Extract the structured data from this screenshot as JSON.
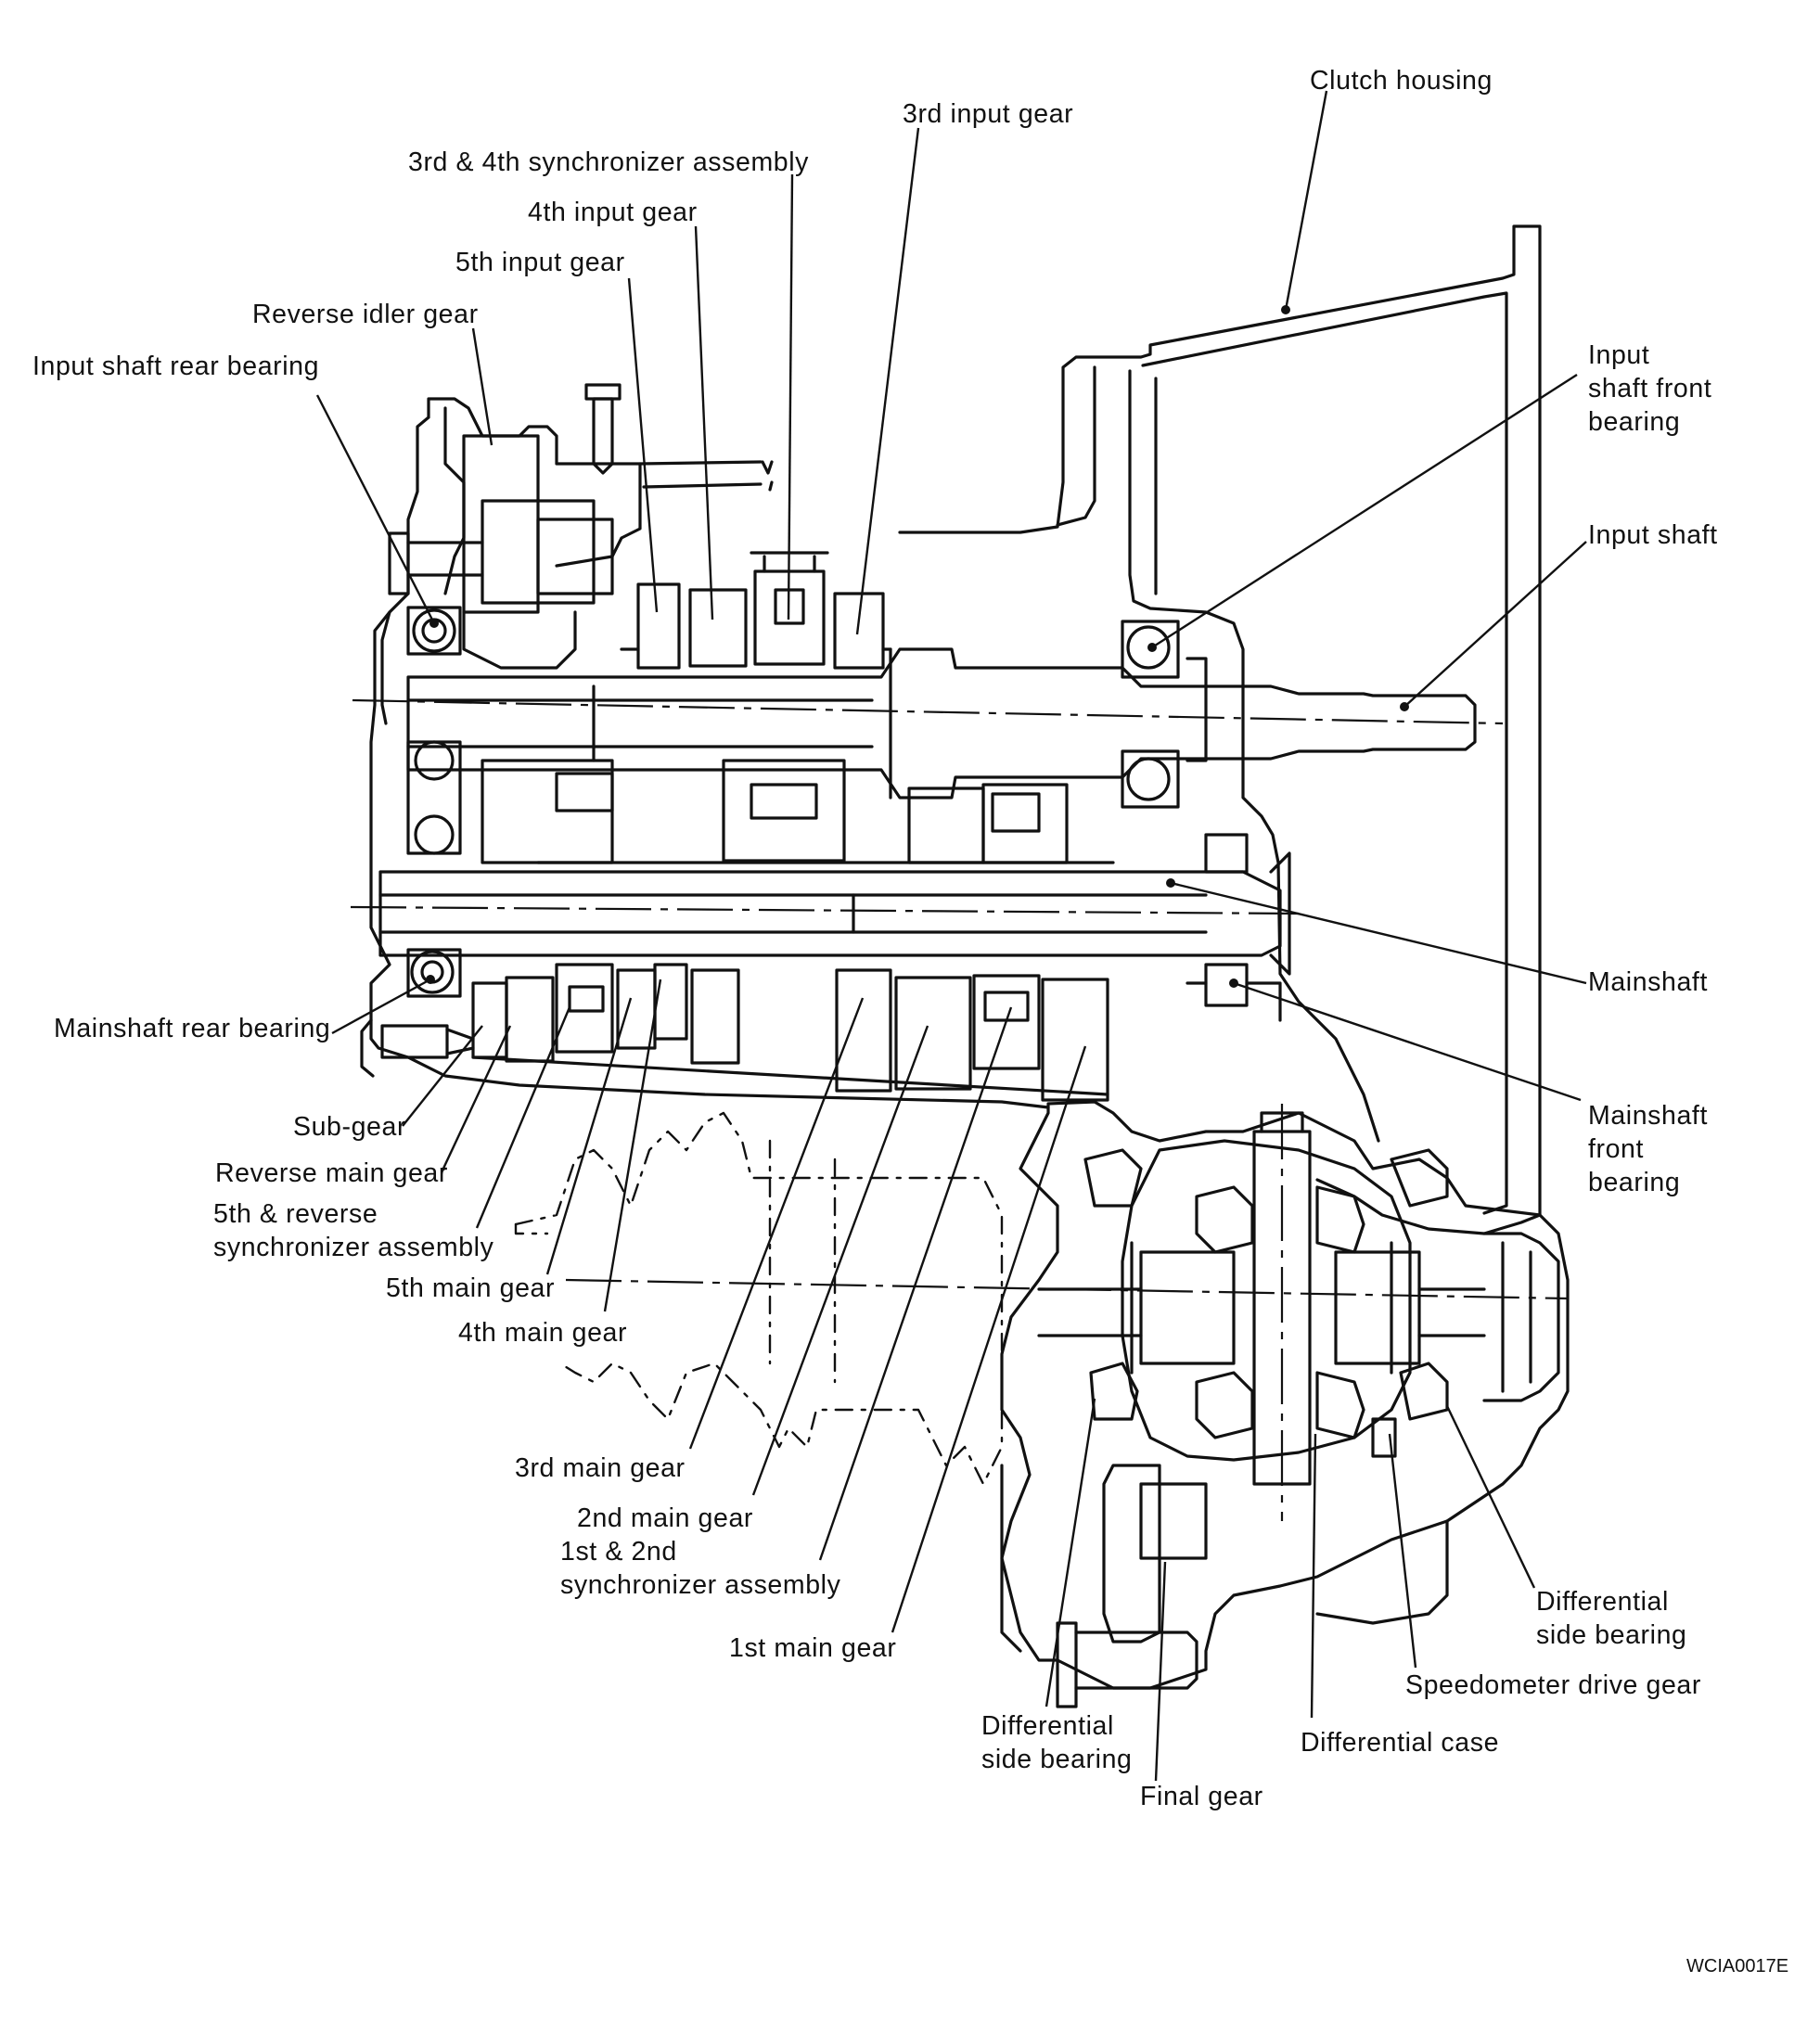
{
  "labels": {
    "clutch_housing": "Clutch housing",
    "third_input_gear": "3rd input gear",
    "third_fourth_synchronizer_assembly": "3rd & 4th synchronizer assembly",
    "fourth_input_gear": "4th input gear",
    "fifth_input_gear": "5th input gear",
    "reverse_idler_gear": "Reverse idler gear",
    "input_shaft_rear_bearing": "Input shaft rear bearing",
    "input_shaft_front_bearing": [
      "Input",
      "shaft front",
      "bearing"
    ],
    "input_shaft": "Input shaft",
    "mainshaft": "Mainshaft",
    "mainshaft_rear_bearing": "Mainshaft rear bearing",
    "mainshaft_front_bearing": [
      "Mainshaft",
      "front",
      "bearing"
    ],
    "sub_gear": "Sub-gear",
    "reverse_main_gear": "Reverse main gear",
    "fifth_reverse_synchronizer_assembly": [
      "5th & reverse",
      "synchronizer assembly"
    ],
    "fifth_main_gear": "5th main gear",
    "fourth_main_gear": "4th main gear",
    "third_main_gear": "3rd main gear",
    "second_main_gear": "2nd main gear",
    "first_second_synchronizer_assembly": [
      "1st & 2nd",
      "synchronizer assembly"
    ],
    "first_main_gear": "1st main gear",
    "differential_side_bearing_left": [
      "Differential",
      "side bearing"
    ],
    "final_gear": "Final gear",
    "differential_case": "Differential case",
    "speedometer_drive_gear": "Speedometer drive gear",
    "differential_side_bearing_right": [
      "Differential",
      "side bearing"
    ]
  },
  "figure_code": "WCIA0017E"
}
